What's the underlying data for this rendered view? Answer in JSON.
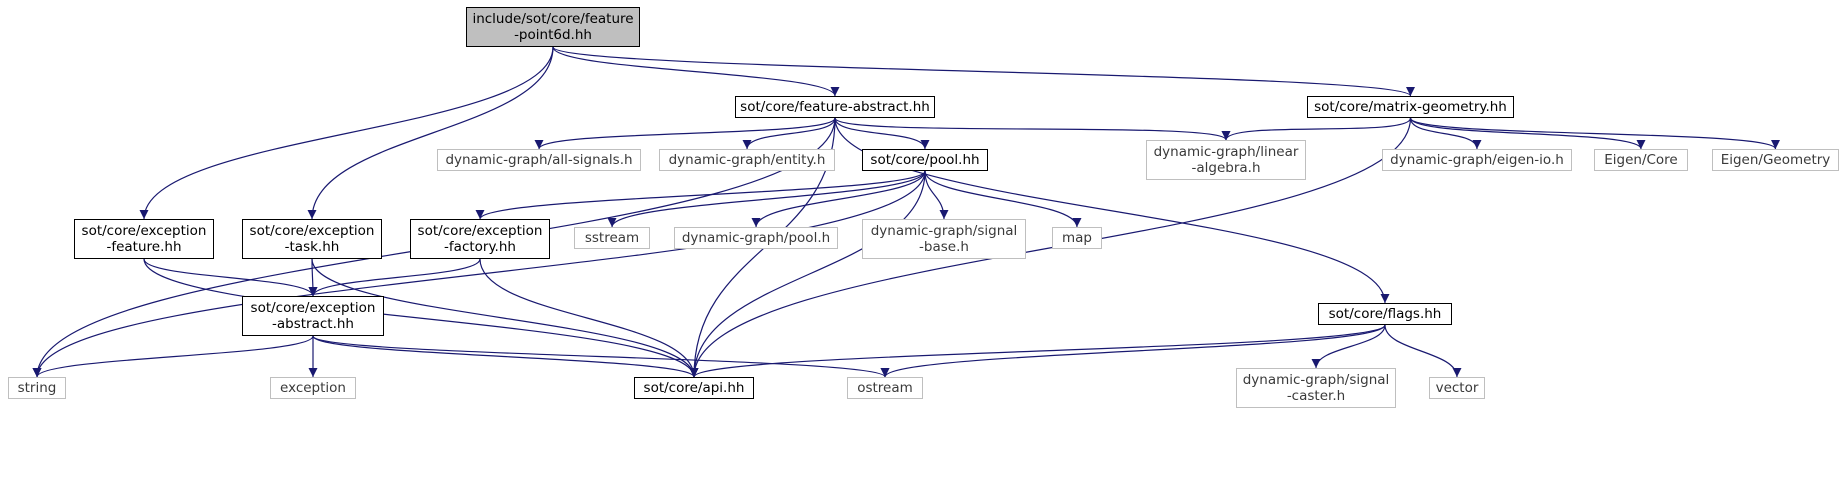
{
  "graph": {
    "edge_color": "#191970",
    "system_border_color": "#bfbfbf",
    "root_fill_color": "#bfbfbf",
    "nodes": {
      "root": {
        "lines": [
          "include/sot/core/feature",
          "-point6d.hh"
        ],
        "kind": "root"
      },
      "feature_abstract": {
        "lines": [
          "sot/core/feature-abstract.hh"
        ],
        "kind": "project"
      },
      "matrix_geometry": {
        "lines": [
          "sot/core/matrix-geometry.hh"
        ],
        "kind": "project"
      },
      "all_signals": {
        "lines": [
          "dynamic-graph/all-signals.h"
        ],
        "kind": "system"
      },
      "dg_entity": {
        "lines": [
          "dynamic-graph/entity.h"
        ],
        "kind": "system"
      },
      "pool": {
        "lines": [
          "sot/core/pool.hh"
        ],
        "kind": "project"
      },
      "linear_algebra": {
        "lines": [
          "dynamic-graph/linear",
          "-algebra.h"
        ],
        "kind": "system"
      },
      "eigen_io": {
        "lines": [
          "dynamic-graph/eigen-io.h"
        ],
        "kind": "system"
      },
      "eigen_core": {
        "lines": [
          "Eigen/Core"
        ],
        "kind": "system"
      },
      "eigen_geometry": {
        "lines": [
          "Eigen/Geometry"
        ],
        "kind": "system"
      },
      "exc_feature": {
        "lines": [
          "sot/core/exception",
          "-feature.hh"
        ],
        "kind": "project"
      },
      "exc_task": {
        "lines": [
          "sot/core/exception",
          "-task.hh"
        ],
        "kind": "project"
      },
      "exc_factory": {
        "lines": [
          "sot/core/exception",
          "-factory.hh"
        ],
        "kind": "project"
      },
      "sstream": {
        "lines": [
          "sstream"
        ],
        "kind": "system"
      },
      "dg_pool": {
        "lines": [
          "dynamic-graph/pool.h"
        ],
        "kind": "system"
      },
      "signal_base": {
        "lines": [
          "dynamic-graph/signal",
          "-base.h"
        ],
        "kind": "system"
      },
      "map": {
        "lines": [
          "map"
        ],
        "kind": "system"
      },
      "exc_abstract": {
        "lines": [
          "sot/core/exception",
          "-abstract.hh"
        ],
        "kind": "project"
      },
      "flags": {
        "lines": [
          "sot/core/flags.hh"
        ],
        "kind": "project"
      },
      "string": {
        "lines": [
          "string"
        ],
        "kind": "system"
      },
      "exception": {
        "lines": [
          "exception"
        ],
        "kind": "system"
      },
      "api": {
        "lines": [
          "sot/core/api.hh"
        ],
        "kind": "project"
      },
      "ostream": {
        "lines": [
          "ostream"
        ],
        "kind": "system"
      },
      "signal_caster": {
        "lines": [
          "dynamic-graph/signal",
          "-caster.h"
        ],
        "kind": "system"
      },
      "vector": {
        "lines": [
          "vector"
        ],
        "kind": "system"
      }
    },
    "edges": [
      [
        "root",
        "feature_abstract"
      ],
      [
        "root",
        "matrix_geometry"
      ],
      [
        "root",
        "exc_feature"
      ],
      [
        "root",
        "exc_task"
      ],
      [
        "feature_abstract",
        "all_signals"
      ],
      [
        "feature_abstract",
        "dg_entity"
      ],
      [
        "feature_abstract",
        "pool"
      ],
      [
        "feature_abstract",
        "linear_algebra"
      ],
      [
        "feature_abstract",
        "flags"
      ],
      [
        "feature_abstract",
        "string"
      ],
      [
        "feature_abstract",
        "api"
      ],
      [
        "matrix_geometry",
        "linear_algebra"
      ],
      [
        "matrix_geometry",
        "eigen_io"
      ],
      [
        "matrix_geometry",
        "eigen_core"
      ],
      [
        "matrix_geometry",
        "eigen_geometry"
      ],
      [
        "matrix_geometry",
        "api"
      ],
      [
        "pool",
        "exc_factory"
      ],
      [
        "pool",
        "sstream"
      ],
      [
        "pool",
        "dg_pool"
      ],
      [
        "pool",
        "signal_base"
      ],
      [
        "pool",
        "map"
      ],
      [
        "pool",
        "string"
      ],
      [
        "pool",
        "api"
      ],
      [
        "exc_feature",
        "exc_abstract"
      ],
      [
        "exc_feature",
        "api"
      ],
      [
        "exc_task",
        "exc_abstract"
      ],
      [
        "exc_task",
        "api"
      ],
      [
        "exc_factory",
        "exc_abstract"
      ],
      [
        "exc_factory",
        "api"
      ],
      [
        "exc_abstract",
        "string"
      ],
      [
        "exc_abstract",
        "exception"
      ],
      [
        "exc_abstract",
        "api"
      ],
      [
        "exc_abstract",
        "ostream"
      ],
      [
        "flags",
        "api"
      ],
      [
        "flags",
        "ostream"
      ],
      [
        "flags",
        "signal_caster"
      ],
      [
        "flags",
        "vector"
      ]
    ]
  }
}
